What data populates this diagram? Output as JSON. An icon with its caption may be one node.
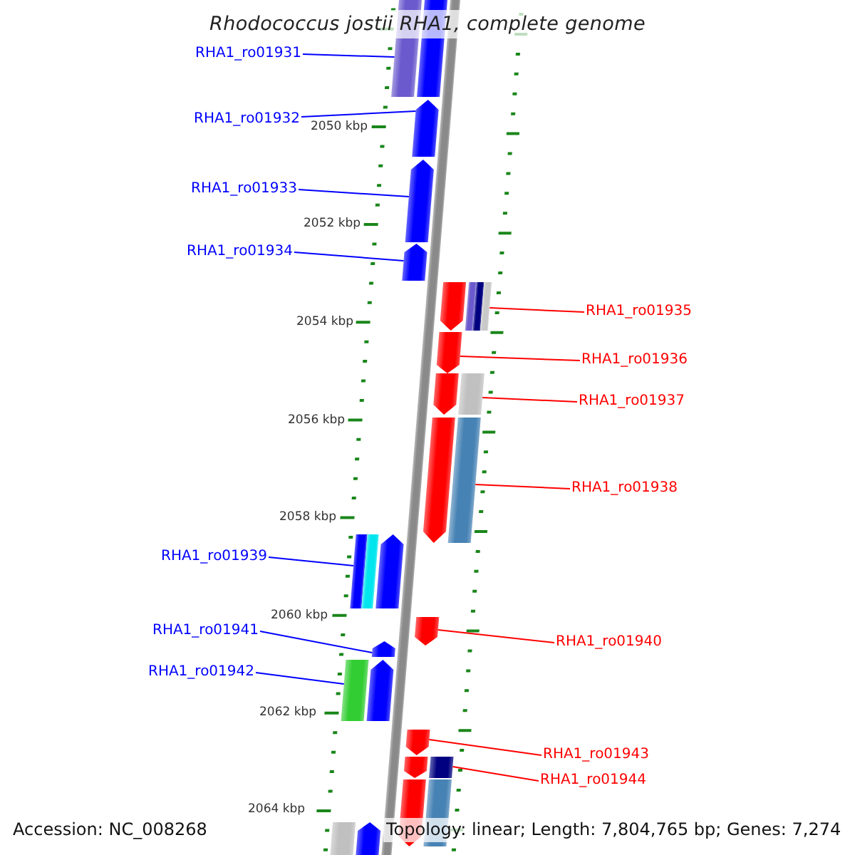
{
  "diagram": {
    "title": "Rhodococcus jostii RHA1, complete genome",
    "nodes": [
      {
        "text": [
          "RHA1_ro01931"
        ]
      },
      {
        "text": [
          "RHA1_ro01932"
        ]
      },
      {
        "text": [
          "RHA1_ro01933"
        ]
      },
      {
        "text": [
          "RHA1_ro01934"
        ]
      },
      {
        "text": [
          "RHA1_ro01935"
        ]
      },
      {
        "text": [
          "RHA1_ro01936"
        ]
      },
      {
        "text": [
          "RHA1_ro01937"
        ]
      },
      {
        "text": [
          "RHA1_ro01938"
        ]
      },
      {
        "text": [
          "RHA1_ro01939"
        ]
      },
      {
        "text": [
          "RHA1_ro01941"
        ]
      },
      {
        "text": [
          "RHA1_ro01940"
        ]
      },
      {
        "text": [
          "RHA1_ro01942"
        ]
      },
      {
        "text": [
          "RHA1_ro01943"
        ]
      },
      {
        "text": [
          "RHA1_ro01944"
        ]
      },
      {
        "text": [],
        "shape": "arrow"
      },
      {
        "text": [],
        "shape": "arrow"
      },
      {
        "text": [],
        "shape": "arrow"
      },
      {
        "text": [],
        "shape": "arrow"
      },
      {
        "text": [],
        "shape": "arrow"
      },
      {
        "text": [],
        "shape": "arrow"
      },
      {
        "text": [],
        "shape": "arrow"
      },
      {
        "text": [],
        "shape": "arrow"
      },
      {
        "text": [],
        "shape": "arrow"
      },
      {
        "text": [],
        "shape": "arrow"
      },
      {
        "text": [],
        "shape": "arrow"
      },
      {
        "text": [],
        "shape": "arrow"
      },
      {
        "text": [],
        "shape": "arrow"
      },
      {
        "text": [],
        "shape": "arrow"
      },
      {
        "text": [],
        "shape": "arrow"
      },
      {
        "text": [],
        "shape": "arrow"
      }
    ],
    "edges": [
      {
        "from": 0,
        "to": 14,
        "arrow": "none",
        "color": "#0000ff"
      },
      {
        "from": 1,
        "to": 15,
        "arrow": "none",
        "color": "#0000ff"
      },
      {
        "from": 2,
        "to": 16,
        "arrow": "none",
        "color": "#0000ff"
      },
      {
        "from": 3,
        "to": 17,
        "arrow": "none",
        "color": "#0000ff"
      },
      {
        "from": 4,
        "to": 18,
        "arrow": "none",
        "color": "#ff0000"
      },
      {
        "from": 5,
        "to": 19,
        "arrow": "none",
        "color": "#ff0000"
      },
      {
        "from": 6,
        "to": 20,
        "arrow": "none",
        "color": "#ff0000"
      },
      {
        "from": 7,
        "to": 21,
        "arrow": "none",
        "color": "#ff0000"
      },
      {
        "from": 8,
        "to": 22,
        "arrow": "none",
        "color": "#0000ff"
      },
      {
        "from": 9,
        "to": 24,
        "arrow": "none",
        "color": "#0000ff"
      },
      {
        "from": 10,
        "to": 23,
        "arrow": "none",
        "color": "#ff0000"
      },
      {
        "from": 11,
        "to": 25,
        "arrow": "none",
        "color": "#0000ff"
      },
      {
        "from": 12,
        "to": 26,
        "arrow": "none",
        "color": "#ff0000"
      },
      {
        "from": 13,
        "to": 27,
        "arrow": "none",
        "color": "#ff0000"
      }
    ],
    "labels": [
      "2050 kbp",
      "2052 kbp",
      "2054 kbp",
      "2056 kbp",
      "2058 kbp",
      "2060 kbp",
      "2062 kbp",
      "2064 kbp",
      "Accession: NC_008268",
      "Topology: linear; Length: 7,804,765 bp; Genes: 7,274"
    ]
  }
}
